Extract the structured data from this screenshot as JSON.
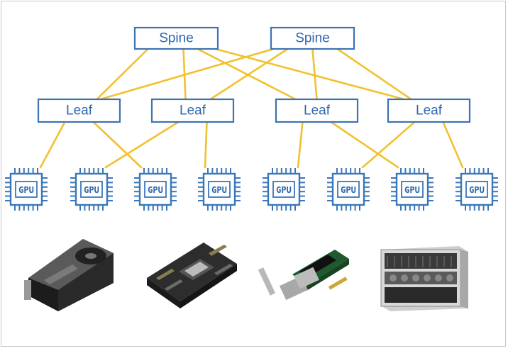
{
  "topology": {
    "spines": [
      {
        "id": "spine-1",
        "label": "Spine"
      },
      {
        "id": "spine-2",
        "label": "Spine"
      }
    ],
    "leaves": [
      {
        "id": "leaf-1",
        "label": "Leaf"
      },
      {
        "id": "leaf-2",
        "label": "Leaf"
      },
      {
        "id": "leaf-3",
        "label": "Leaf"
      },
      {
        "id": "leaf-4",
        "label": "Leaf"
      }
    ],
    "gpus": [
      {
        "id": "gpu-1",
        "label": "GPU"
      },
      {
        "id": "gpu-2",
        "label": "GPU"
      },
      {
        "id": "gpu-3",
        "label": "GPU"
      },
      {
        "id": "gpu-4",
        "label": "GPU"
      },
      {
        "id": "gpu-5",
        "label": "GPU"
      },
      {
        "id": "gpu-6",
        "label": "GPU"
      },
      {
        "id": "gpu-7",
        "label": "GPU"
      },
      {
        "id": "gpu-8",
        "label": "GPU"
      }
    ],
    "spine_leaf_links": [
      [
        "spine-1",
        "leaf-1"
      ],
      [
        "spine-1",
        "leaf-2"
      ],
      [
        "spine-1",
        "leaf-3"
      ],
      [
        "spine-1",
        "leaf-4"
      ],
      [
        "spine-2",
        "leaf-1"
      ],
      [
        "spine-2",
        "leaf-2"
      ],
      [
        "spine-2",
        "leaf-3"
      ],
      [
        "spine-2",
        "leaf-4"
      ]
    ],
    "leaf_gpu_links": [
      [
        "leaf-1",
        "gpu-1"
      ],
      [
        "leaf-1",
        "gpu-3"
      ],
      [
        "leaf-2",
        "gpu-2"
      ],
      [
        "leaf-2",
        "gpu-4"
      ],
      [
        "leaf-3",
        "gpu-5"
      ],
      [
        "leaf-3",
        "gpu-7"
      ],
      [
        "leaf-4",
        "gpu-6"
      ],
      [
        "leaf-4",
        "gpu-8"
      ]
    ]
  },
  "hardware_photos": [
    {
      "id": "graphics-card",
      "icon": "graphics-card-icon"
    },
    {
      "id": "gpu-module",
      "icon": "gpu-module-icon"
    },
    {
      "id": "network-card",
      "icon": "network-card-icon"
    },
    {
      "id": "gpu-server",
      "icon": "gpu-server-icon"
    }
  ],
  "colors": {
    "node_border": "#3d73b2",
    "node_text": "#2f66ad",
    "link": "#f2c12e",
    "chip": "#3b77b8"
  }
}
